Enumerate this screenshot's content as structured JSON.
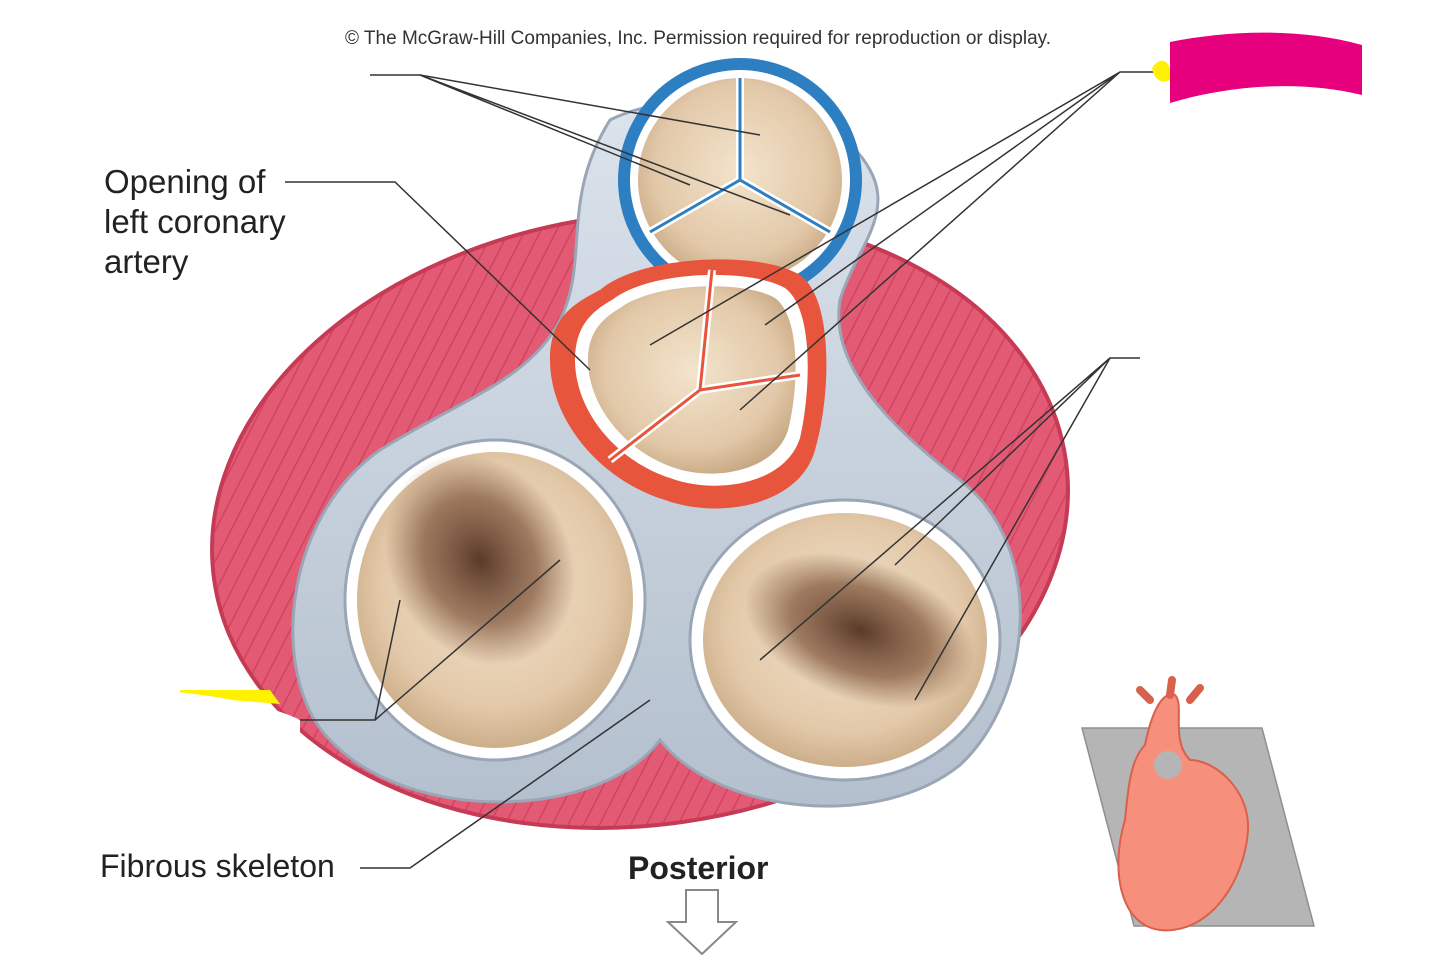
{
  "copyright": "© The McGraw-Hill Companies, Inc. Permission required for reproduction or display.",
  "labels": {
    "opening_coronary": [
      "Opening of",
      "left coronary",
      "artery"
    ],
    "fibrous_skeleton": "Fibrous skeleton",
    "posterior": "Posterior"
  },
  "colors": {
    "myocardium": "#e35a75",
    "fibrous_tissue": "#c9d3df",
    "pulmonary_ring": "#2e7fc1",
    "aortic_ring": "#e8553d",
    "cusp": "#e5cfb2",
    "leaflet_dark": "#6b4a36",
    "highlight_pink": "#e6007e",
    "highlight_yellow": "#fff200",
    "inset_plane": "#b5b5b5",
    "inset_heart": "#f6907c"
  }
}
